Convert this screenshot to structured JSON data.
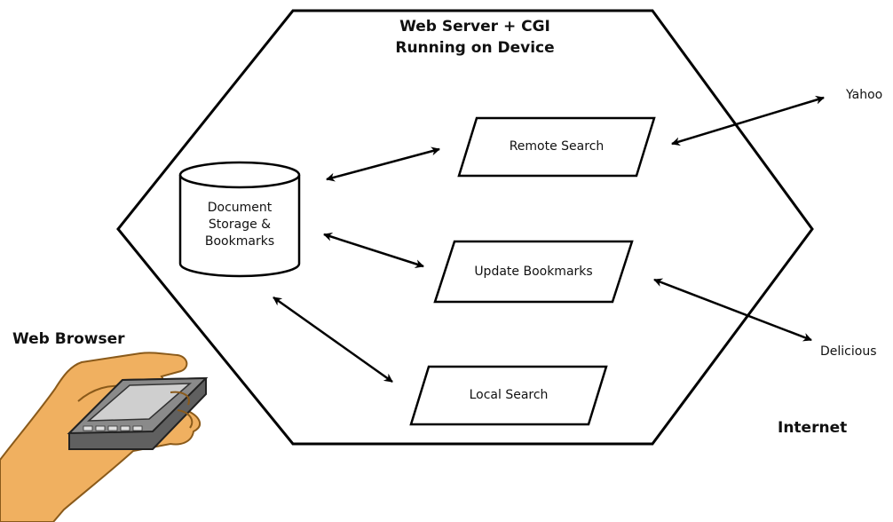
{
  "server": {
    "title_line1": "Web Server + CGI",
    "title_line2": "Running on Device"
  },
  "storage": {
    "line1": "Document",
    "line2": "Storage &",
    "line3": "Bookmarks"
  },
  "processes": {
    "remote_search": "Remote Search",
    "update_bookmarks": "Update Bookmarks",
    "local_search": "Local Search"
  },
  "external": {
    "yahoo": "Yahoo",
    "delicious": "Delicious",
    "internet": "Internet",
    "web_browser": "Web Browser"
  },
  "colors": {
    "stroke": "#000000",
    "hand": "#f0b060",
    "hand_outline": "#8a5a1a",
    "device_body": "#707070",
    "device_screen": "#c8c8c8"
  }
}
